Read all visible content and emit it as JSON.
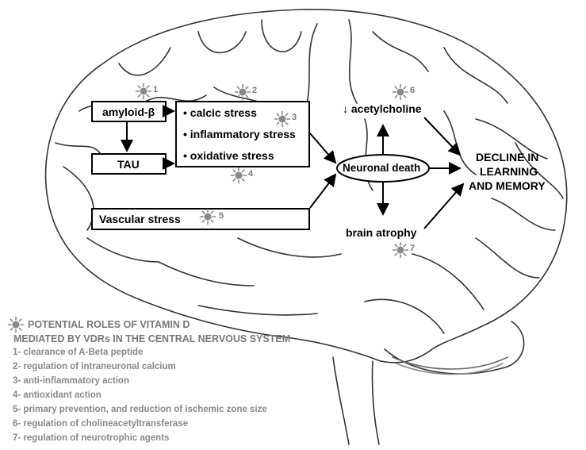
{
  "nodes": {
    "amyloid": "amyloid-β",
    "tau": "TAU",
    "stresses": [
      "• calcic stress",
      "• inflammatory stress",
      "• oxidative stress"
    ],
    "vascular": "Vascular stress",
    "neuronal_death": "Neuronal death",
    "acetylcholine": "↓ acetylcholine",
    "brain_atrophy": "brain atrophy",
    "decline": [
      "DECLINE IN",
      "LEARNING",
      "AND MEMORY"
    ]
  },
  "markers": [
    "1",
    "2",
    "3",
    "4",
    "5",
    "6",
    "7"
  ],
  "legend": {
    "title_line1": "POTENTIAL ROLES OF VITAMIN D",
    "title_line2": "MEDIATED BY VDRs IN THE CENTRAL NERVOUS SYSTEM",
    "items": [
      "1- clearance of A-Beta peptide",
      "2- regulation of intraneuronal calcium",
      "3- anti-inflammatory action",
      "4- antioxidant action",
      "5- primary prevention, and reduction of ischemic zone size",
      "6- regulation of cholineacetyltransferase",
      "7- regulation of neurotrophic agents"
    ]
  },
  "colors": {
    "sun_icon": "#888888",
    "legend_text": "#888888",
    "outline": "#000000"
  },
  "icon": "sun-icon"
}
